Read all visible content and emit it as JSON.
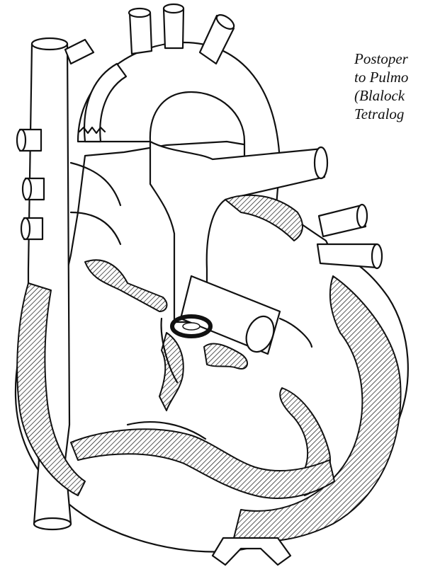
{
  "caption": {
    "lines": [
      "Postoper",
      "to Pulmo",
      "(Blalock",
      "Tetralog"
    ]
  },
  "colors": {
    "ink": "#111111",
    "background": "#ffffff"
  }
}
